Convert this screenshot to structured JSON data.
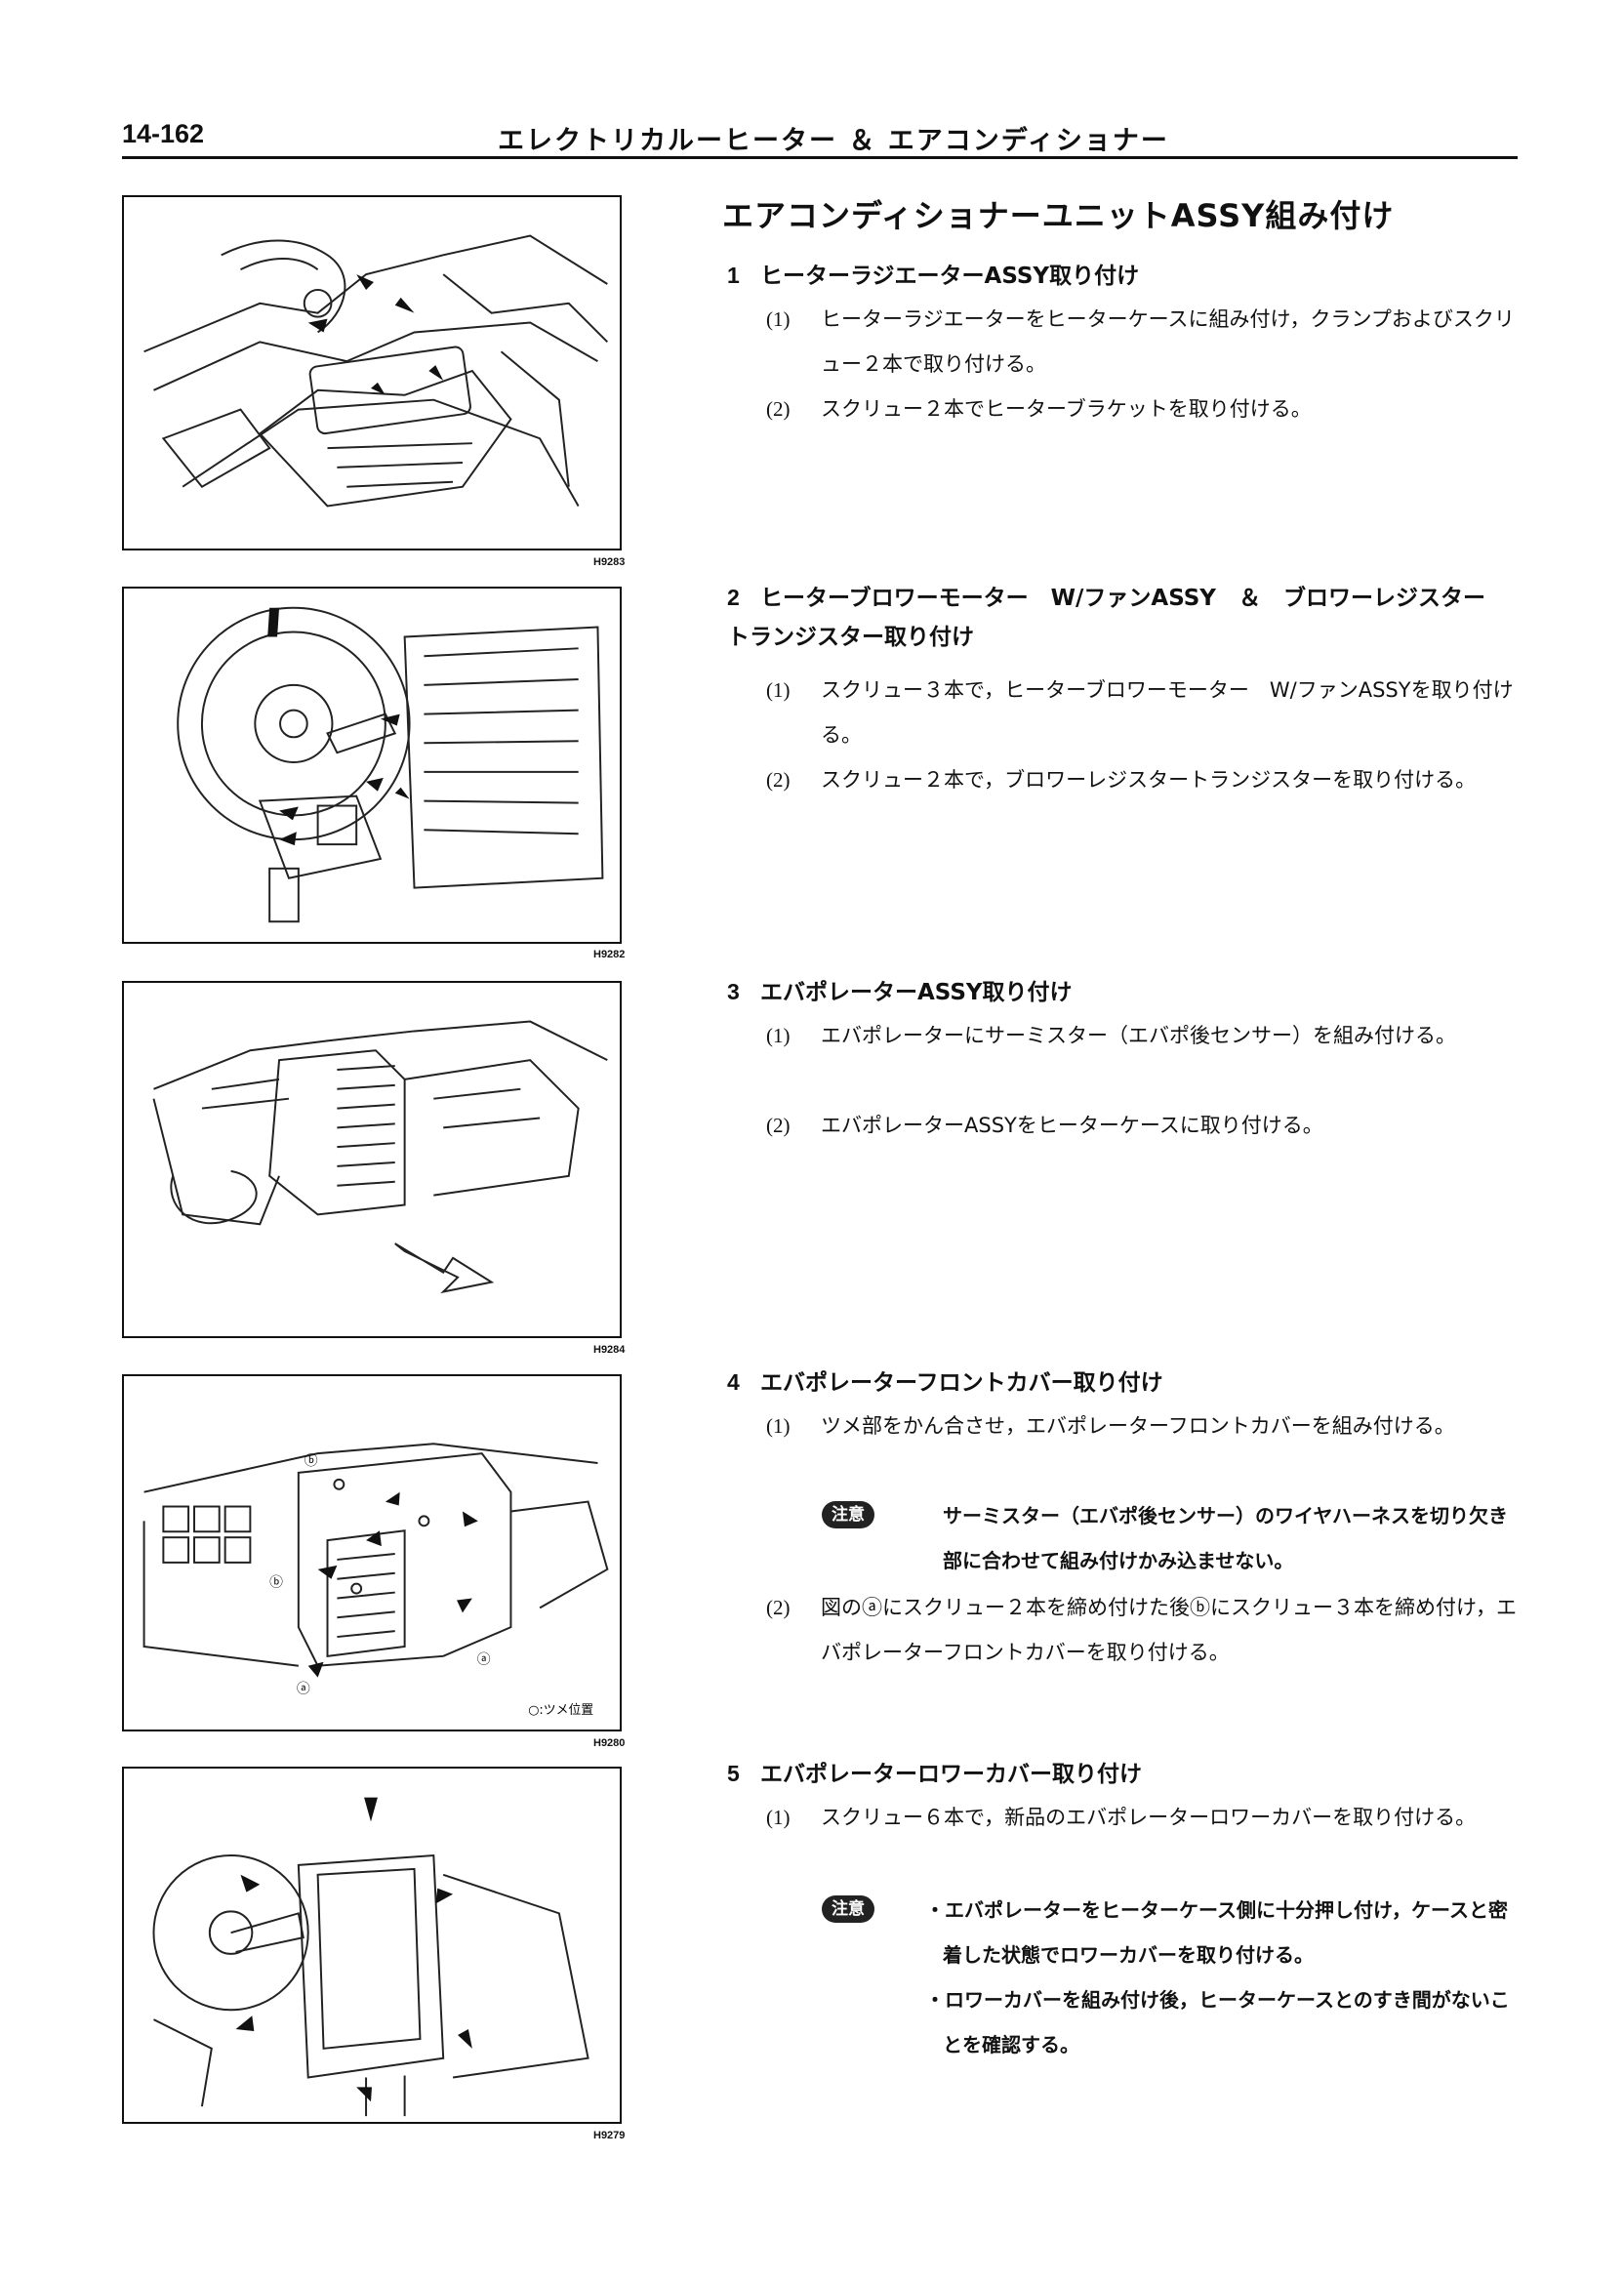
{
  "header": {
    "page_number": "14-162",
    "chapter_title": "エレクトリカルーヒーター ＆ エアコンディショナー"
  },
  "main_title": "エアコンディショナーユニットASSY組み付け",
  "figures": [
    {
      "code": "H9283",
      "icon": "heater-radiator-illustration"
    },
    {
      "code": "H9282",
      "icon": "blower-motor-illustration"
    },
    {
      "code": "H9284",
      "icon": "evaporator-illustration"
    },
    {
      "code": "H9280",
      "icon": "evaporator-front-cover-illustration",
      "label_a": "ⓐ",
      "label_b": "ⓑ",
      "claw_note": "○:ツメ位置"
    },
    {
      "code": "H9279",
      "icon": "evaporator-lower-cover-illustration"
    }
  ],
  "steps": [
    {
      "num": "1",
      "title": "ヒーターラジエーターASSY取り付け",
      "subs": [
        {
          "num": "(1)",
          "text": "ヒーターラジエーターをヒーターケースに組み付け，クランプおよびスクリュー２本で取り付ける。"
        },
        {
          "num": "(2)",
          "text": "スクリュー２本でヒーターブラケットを取り付ける。"
        }
      ]
    },
    {
      "num": "2",
      "title": "ヒーターブロワーモーター　W/ファンASSY　＆　ブロワーレジスタートランジスター取り付け",
      "subs": [
        {
          "num": "(1)",
          "text": "スクリュー３本で，ヒーターブロワーモーター　W/ファンASSYを取り付ける。"
        },
        {
          "num": "(2)",
          "text": "スクリュー２本で，ブロワーレジスタートランジスターを取り付ける。"
        }
      ]
    },
    {
      "num": "3",
      "title": "エバポレーターASSY取り付け",
      "subs": [
        {
          "num": "(1)",
          "text": "エバポレーターにサーミスター（エバポ後センサー）を組み付ける。"
        },
        {
          "num": "(2)",
          "text": "エバポレーターASSYをヒーターケースに取り付ける。"
        }
      ]
    },
    {
      "num": "4",
      "title": "エバポレーターフロントカバー取り付け",
      "subs": [
        {
          "num": "(1)",
          "text": "ツメ部をかん合させ，エバポレーターフロントカバーを組み付ける。"
        },
        {
          "num": "(2)",
          "text": "図のⓐにスクリュー２本を締め付けた後ⓑにスクリュー３本を締め付け，エバポレーターフロントカバーを取り付ける。"
        }
      ],
      "caution": {
        "label": "注意",
        "text": "サーミスター（エバポ後センサー）のワイヤハーネスを切り欠き部に合わせて組み付けかみ込ませない。"
      }
    },
    {
      "num": "5",
      "title": "エバポレーターロワーカバー取り付け",
      "subs": [
        {
          "num": "(1)",
          "text": "スクリュー６本で，新品のエバポレーターロワーカバーを取り付ける。"
        }
      ],
      "caution": {
        "label": "注意",
        "bullets": [
          "・エバポレーターをヒーターケース側に十分押し付け，ケースと密着した状態でロワーカバーを取り付ける。",
          "・ロワーカバーを組み付け後，ヒーターケースとのすき間がないことを確認する。"
        ]
      }
    }
  ]
}
